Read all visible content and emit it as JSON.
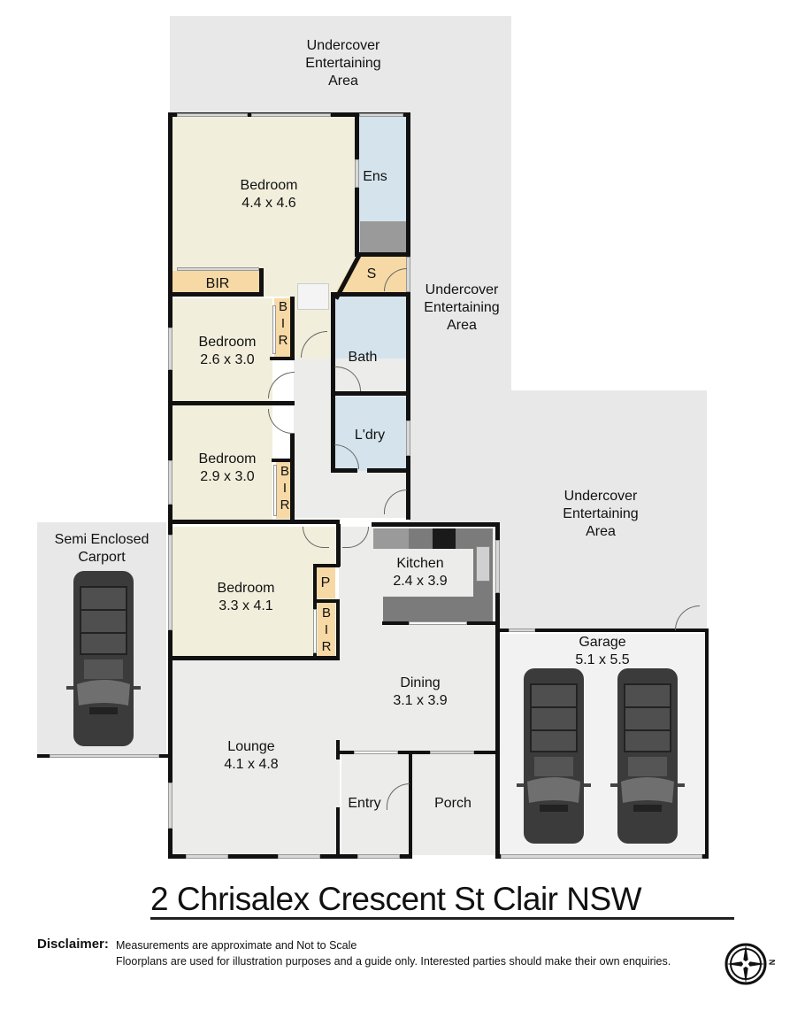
{
  "floorplan": {
    "address": "2 Chrisalex Crescent St Clair  NSW",
    "outdoor_areas": [
      {
        "id": "top",
        "lines": [
          "Undercover",
          "Entertaining",
          "Area"
        ]
      },
      {
        "id": "middle",
        "lines": [
          "Undercover",
          "Entertaining",
          "Area"
        ]
      },
      {
        "id": "right",
        "lines": [
          "Undercover",
          "Entertaining",
          "Area"
        ]
      },
      {
        "id": "carport",
        "lines": [
          "Semi Enclosed",
          "Carport"
        ]
      }
    ],
    "rooms": {
      "master_bedroom": {
        "name": "Bedroom",
        "size": "4.4 x 4.6"
      },
      "ensuite": {
        "name": "Ens"
      },
      "master_bir": {
        "name": "BIR"
      },
      "storage": {
        "name": "S"
      },
      "bedroom2": {
        "name": "Bedroom",
        "size": "2.6 x 3.0"
      },
      "bedroom2_bir": {
        "letters": [
          "B",
          "I",
          "R"
        ]
      },
      "bath": {
        "name": "Bath"
      },
      "laundry": {
        "name": "L'dry"
      },
      "bedroom3": {
        "name": "Bedroom",
        "size": "2.9 x 3.0"
      },
      "bedroom3_bir": {
        "letters": [
          "B",
          "I",
          "R"
        ]
      },
      "bedroom4": {
        "name": "Bedroom",
        "size": "3.3 x 4.1"
      },
      "pantry": {
        "name": "P"
      },
      "bedroom4_bir": {
        "letters": [
          "B",
          "I",
          "R"
        ]
      },
      "kitchen": {
        "name": "Kitchen",
        "size": "2.4 x 3.9"
      },
      "dining": {
        "name": "Dining",
        "size": "3.1 x 3.9"
      },
      "lounge": {
        "name": "Lounge",
        "size": "4.1 x 4.8"
      },
      "entry": {
        "name": "Entry"
      },
      "porch": {
        "name": "Porch"
      },
      "garage": {
        "name": "Garage",
        "size": "5.1 x 5.5"
      }
    },
    "colors": {
      "bedroom": "#f1efdc",
      "wet_area": "#d5e4ec",
      "storage": "#f6d9a5",
      "living": "#ececea",
      "outdoor": "#e8e8e8",
      "wall": "#111111"
    }
  },
  "disclaimer": {
    "heading": "Disclaimer:",
    "line1": "Measurements are approximate and Not to Scale",
    "line2": "Floorplans are used for illustration purposes and a guide only.   Interested parties should make their own enquiries."
  },
  "compass": {
    "icon": "compass-rose-icon",
    "direction_label": "N"
  }
}
